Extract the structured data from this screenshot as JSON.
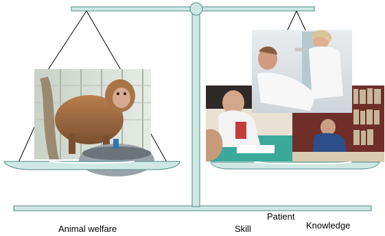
{
  "labels": {
    "animal_welfare": "Animal welfare",
    "skill": "Skill",
    "patient": "Patient",
    "knowledge": "Knowledge"
  },
  "images": {
    "left": "photo of a macaque monkey in a cage",
    "right_top": "photo of a nurse attending to a patient in a hospital bed",
    "right_middle": "photo of a person writing at a desk",
    "right_bottom": "photo of a person studying in a library"
  },
  "colors": {
    "scale_fill": "#cfe8e3",
    "scale_stroke": "#4a8a84"
  }
}
